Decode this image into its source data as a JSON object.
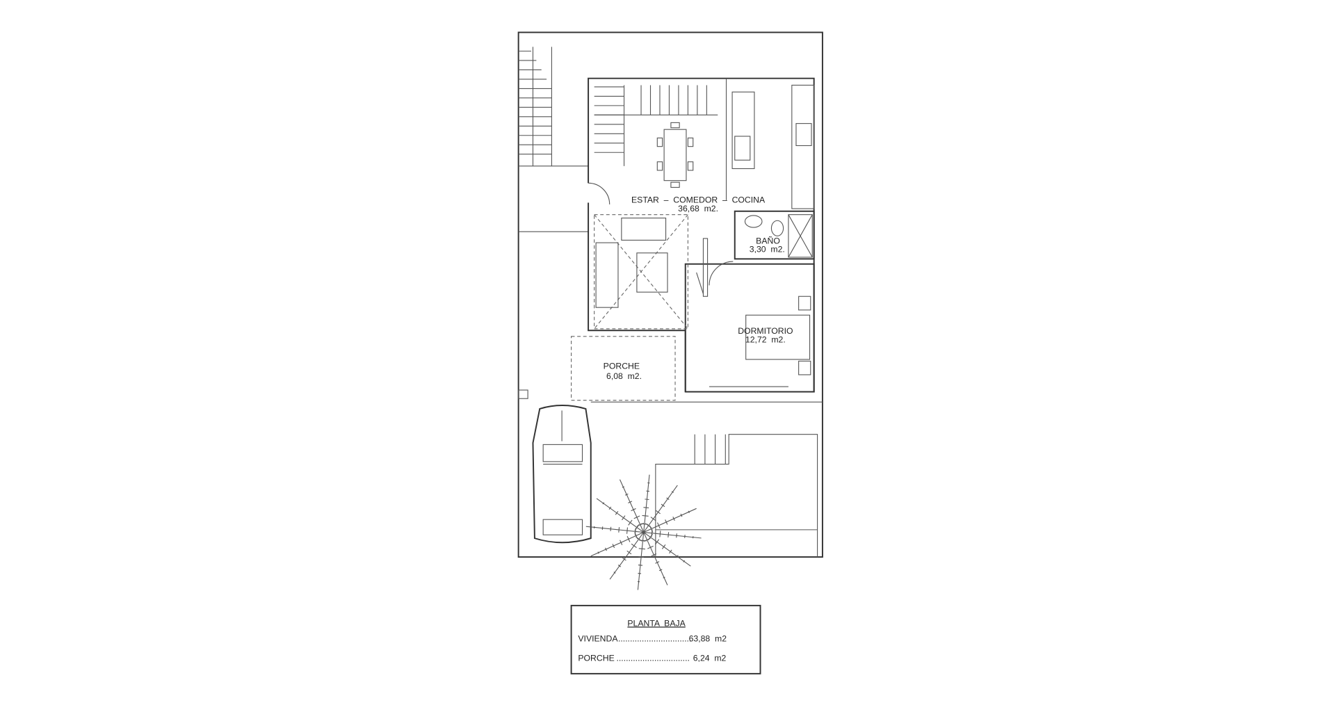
{
  "plan": {
    "rooms": {
      "estar": {
        "name": "ESTAR  –  COMEDOR  –  COCINA",
        "area": "36,68  m2."
      },
      "bano": {
        "name": "BAÑO",
        "area": "3,30  m2."
      },
      "dormitorio": {
        "name": "DORMITORIO",
        "area": "12,72  m2."
      },
      "porche": {
        "name": "PORCHE",
        "area": "6,08  m2."
      }
    }
  },
  "legend": {
    "title": "PLANTA  BAJA",
    "rows": [
      {
        "label": "VIVIENDA",
        "dots": "...............................",
        "value": "63,88  m2"
      },
      {
        "label": "PORCHE",
        "dots": "...............................",
        "value": "6,24  m2"
      }
    ]
  }
}
